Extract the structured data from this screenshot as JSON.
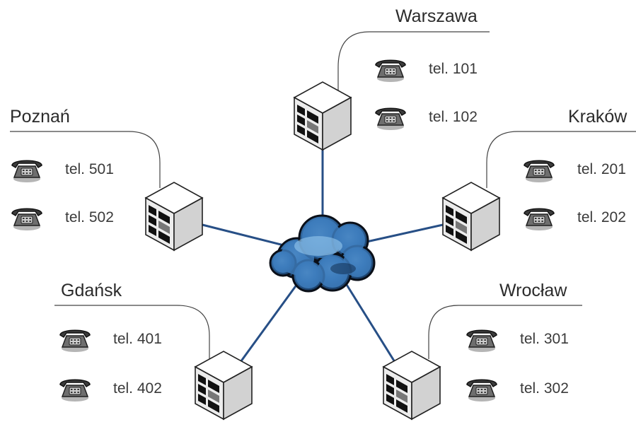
{
  "network": {
    "core_icon": "cloud-icon",
    "link_color": "#274f86",
    "node_icon": "server-icon",
    "phone_icon": "telephone-icon"
  },
  "sites": [
    {
      "name": "Warszawa",
      "phones": [
        "tel. 101",
        "tel. 102"
      ]
    },
    {
      "name": "Kraków",
      "phones": [
        "tel. 201",
        "tel. 202"
      ]
    },
    {
      "name": "Wrocław",
      "phones": [
        "tel. 301",
        "tel. 302"
      ]
    },
    {
      "name": "Gdańsk",
      "phones": [
        "tel. 401",
        "tel. 402"
      ]
    },
    {
      "name": "Poznań",
      "phones": [
        "tel. 501",
        "tel. 502"
      ]
    }
  ]
}
